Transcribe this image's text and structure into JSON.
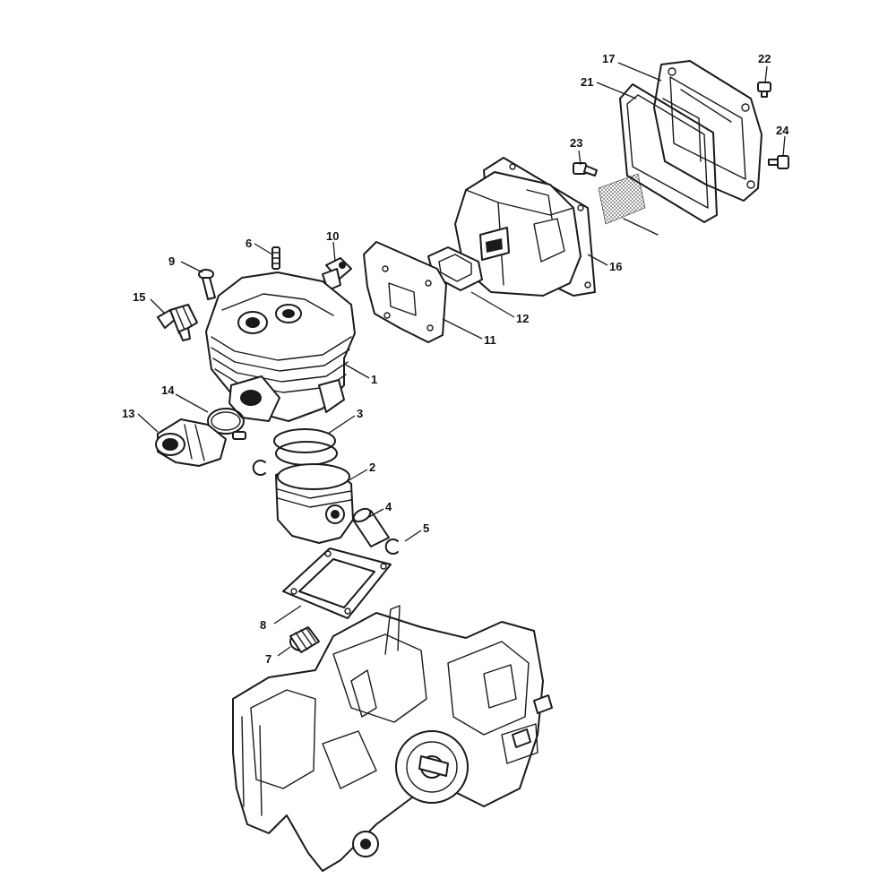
{
  "callouts": {
    "c1": "1",
    "c2": "2",
    "c3": "3",
    "c4": "4",
    "c5": "5",
    "c6": "6",
    "c7": "7",
    "c8": "8",
    "c9": "9",
    "c10": "10",
    "c11": "11",
    "c12": "12",
    "c13": "13",
    "c14": "14",
    "c15": "15",
    "c16": "16",
    "c17": "17",
    "c21": "21",
    "c22": "22",
    "c23": "23",
    "c24": "24"
  }
}
